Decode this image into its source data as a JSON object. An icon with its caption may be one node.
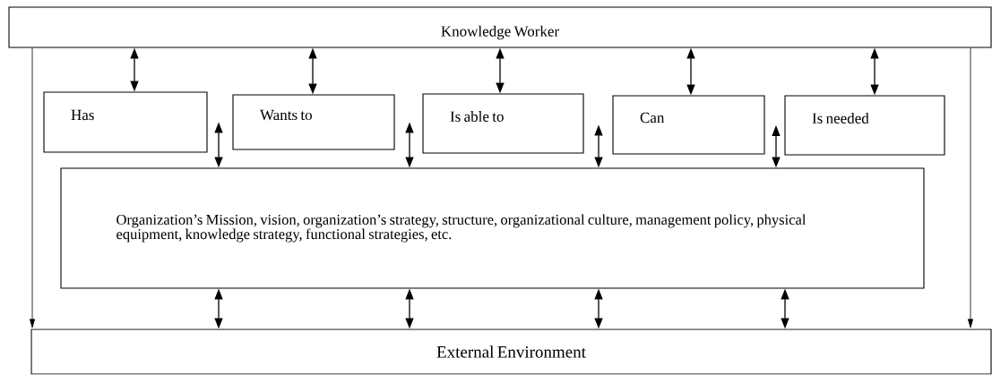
{
  "diagram": {
    "nodes": [
      {
        "text": [
          "Knowledge Worker"
        ]
      },
      {
        "text": [
          "Has"
        ]
      },
      {
        "text": [
          "Wants to"
        ]
      },
      {
        "text": [
          "Is able to"
        ]
      },
      {
        "text": [
          "Can"
        ]
      },
      {
        "text": [
          "Is needed"
        ]
      },
      {
        "text": [
          "Organization’s Mission, vision, organization’s strategy, structure, organizational culture, management policy, physical equipment, knowledge strategy, functional strategies, etc."
        ]
      },
      {
        "text": [
          "External Environment"
        ]
      }
    ],
    "edges": [
      {
        "from": 0,
        "to": 1,
        "arrow": "both"
      },
      {
        "from": 0,
        "to": 2,
        "arrow": "both"
      },
      {
        "from": 0,
        "to": 3,
        "arrow": "both"
      },
      {
        "from": 0,
        "to": 4,
        "arrow": "both"
      },
      {
        "from": 0,
        "to": 5,
        "arrow": "both"
      },
      {
        "from": 1,
        "to": 6,
        "arrow": "both"
      },
      {
        "from": 2,
        "to": 6,
        "arrow": "both"
      },
      {
        "from": 4,
        "to": 6,
        "arrow": "both"
      },
      {
        "from": 5,
        "to": 6,
        "arrow": "both"
      },
      {
        "from": 6,
        "to": 7,
        "arrow": "both"
      },
      {
        "from": 6,
        "to": 7,
        "arrow": "both"
      },
      {
        "from": 6,
        "to": 7,
        "arrow": "both"
      },
      {
        "from": 6,
        "to": 7,
        "arrow": "both"
      },
      {
        "from": 0,
        "to": 7,
        "arrow": "to"
      },
      {
        "from": 0,
        "to": 7,
        "arrow": "to"
      }
    ]
  }
}
